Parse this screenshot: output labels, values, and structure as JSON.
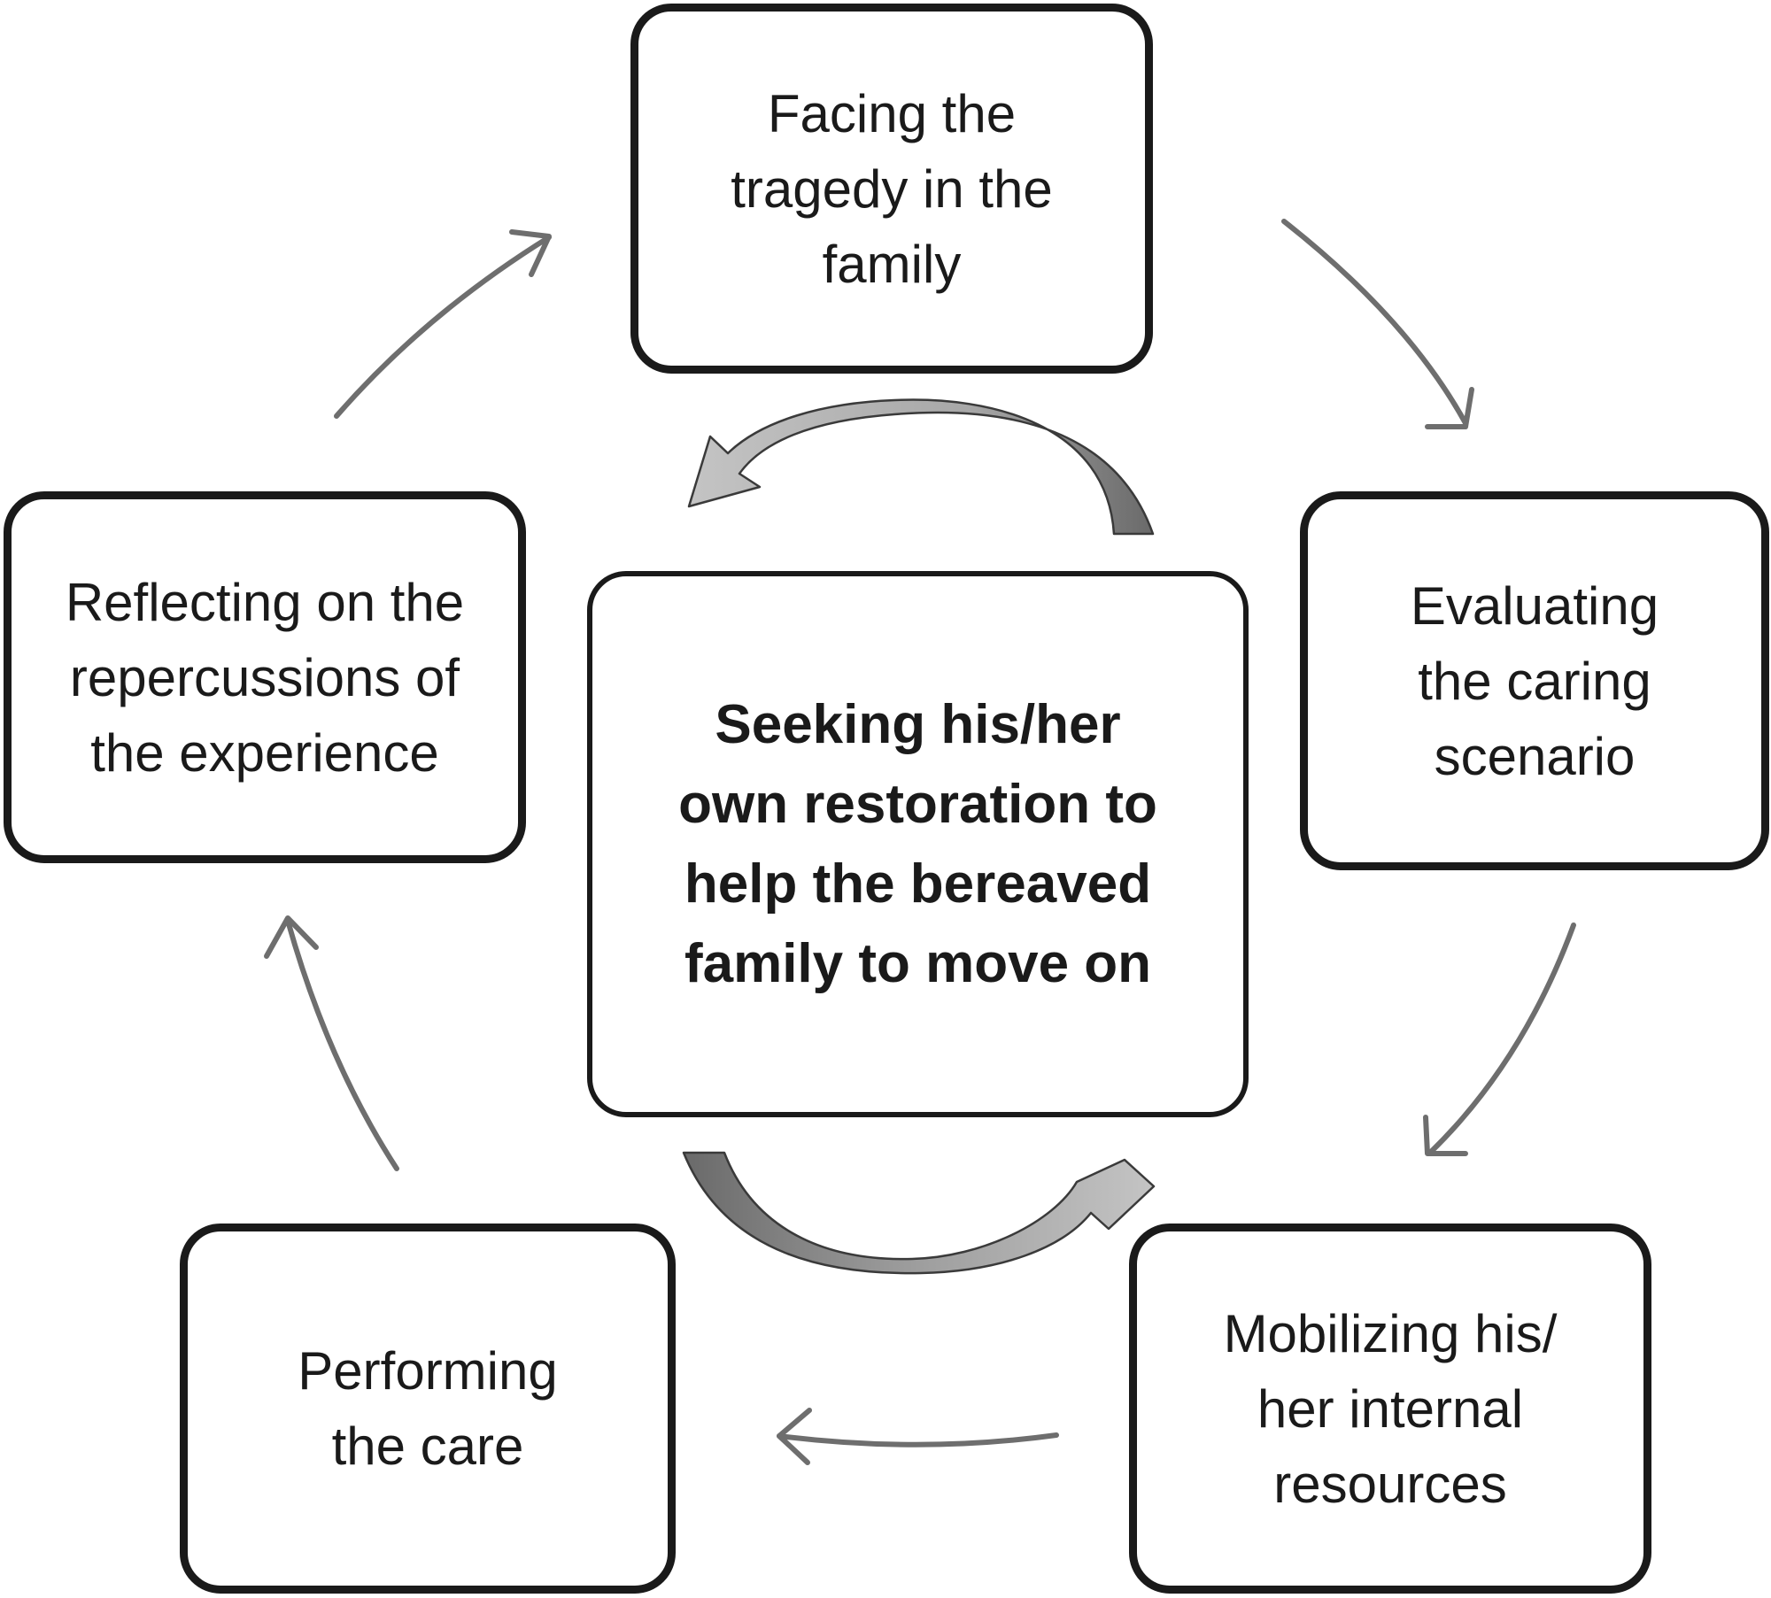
{
  "diagram": {
    "center": {
      "text": "Seeking his/her\nown restoration to\nhelp the bereaved\nfamily to move on"
    },
    "stages": [
      {
        "id": "facing",
        "text": "Facing the\ntragedy in the\nfamily"
      },
      {
        "id": "evaluating",
        "text": "Evaluating\nthe caring\nscenario"
      },
      {
        "id": "mobilizing",
        "text": "Mobilizing his/\nher internal\nresources"
      },
      {
        "id": "performing",
        "text": "Performing\nthe care"
      },
      {
        "id": "reflecting",
        "text": "Reflecting on the\nrepercussions of\nthe experience"
      }
    ],
    "colors": {
      "box_border": "#1a1a1a",
      "text": "#1a1a1a",
      "cycle_arrow": "#6e6e6e",
      "swirl_arrow_fill_light": "#b5b5b5",
      "swirl_arrow_fill_dark": "#6f6f6f"
    }
  }
}
